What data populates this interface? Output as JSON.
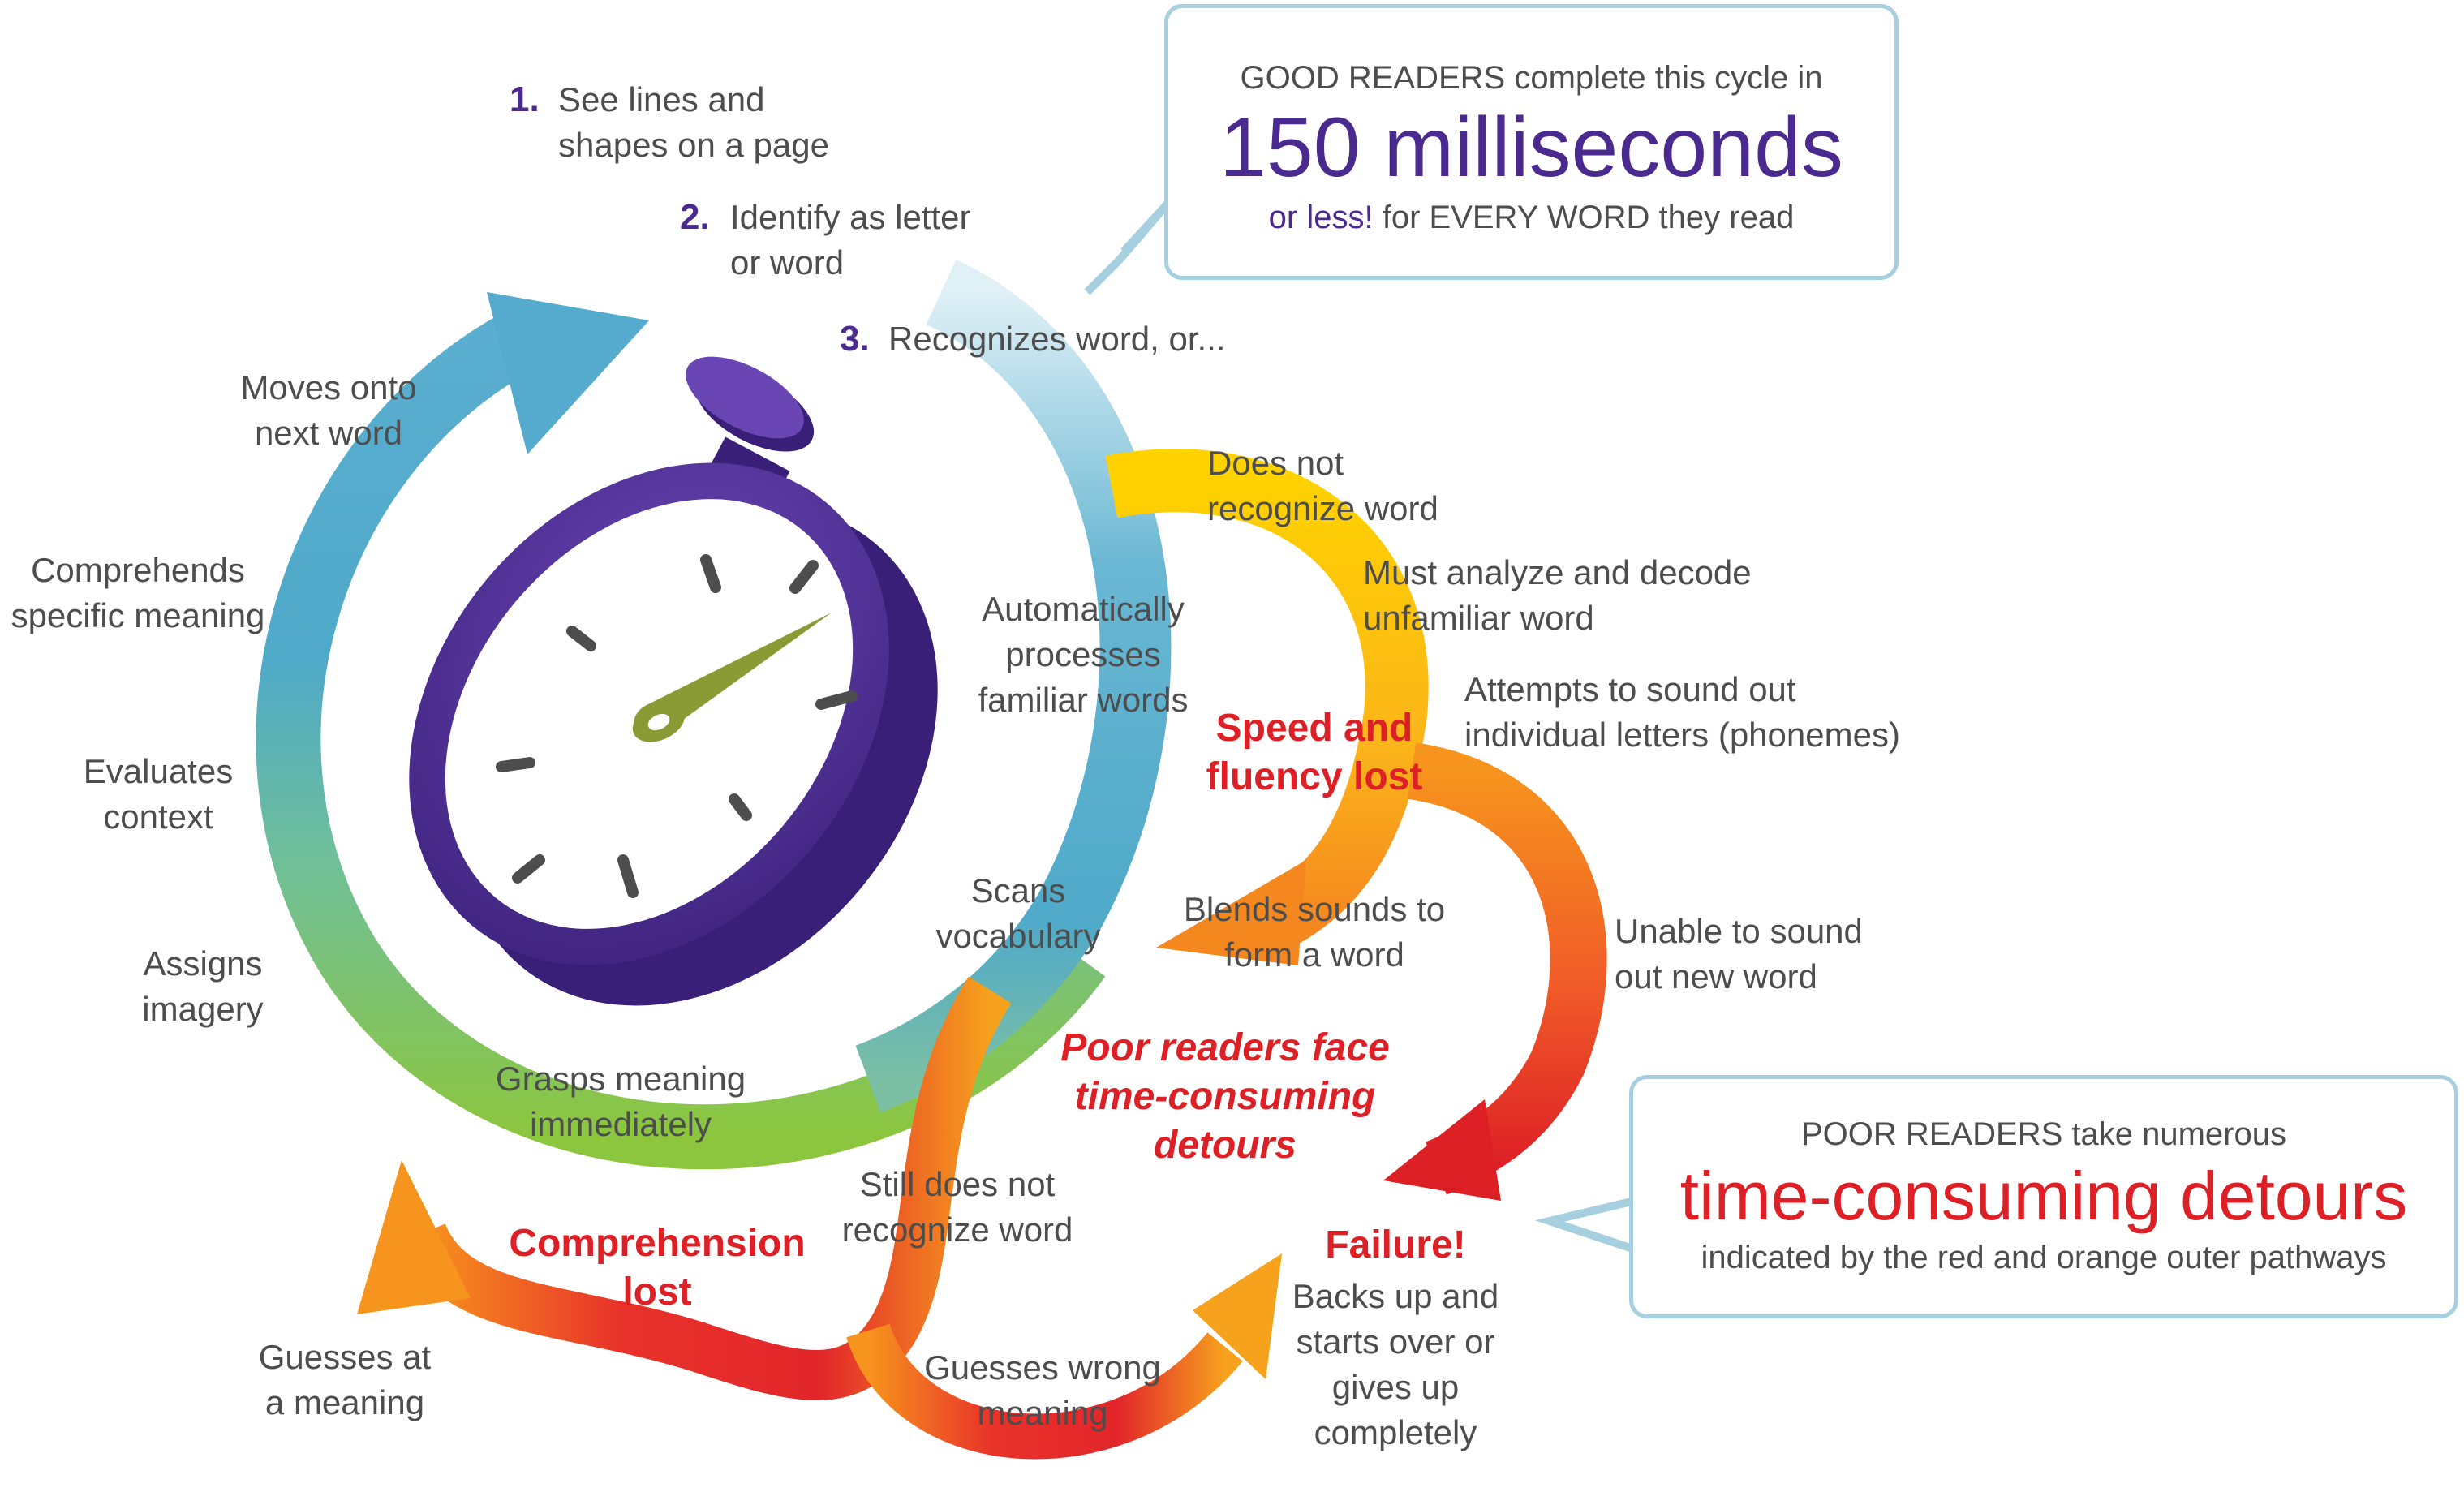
{
  "colors": {
    "purple": "#4a2a8e",
    "red": "#dd1f26",
    "blue": "#4fa9c9",
    "green": "#8cc63e",
    "orange": "#f59a1e",
    "yellow": "#ffd200",
    "callout_border": "#a6cfdf",
    "needle": "#8a9b35"
  },
  "icons": [
    "stopwatch-icon"
  ],
  "steps": [
    {
      "num": "1.",
      "text": "See lines and\nshapes on a page"
    },
    {
      "num": "2.",
      "text": "Identify as letter\nor word"
    },
    {
      "num": "3.",
      "text": "Recognizes word, or..."
    }
  ],
  "good_callout": {
    "line1": "GOOD READERS complete this cycle in",
    "big": "150 milliseconds",
    "or_less": "or less!",
    "rest": " for EVERY WORD they read"
  },
  "poor_callout": {
    "line1": "POOR READERS take numerous",
    "big": "time-consuming detours",
    "line3": "indicated by the red and orange outer pathways"
  },
  "outer_cycle": {
    "moves_onto": "Moves onto\nnext word",
    "comprehends": "Comprehends\nspecific meaning",
    "evaluates": "Evaluates\ncontext",
    "assigns": "Assigns\nimagery"
  },
  "inner_cycle": {
    "automatically": "Automatically\nprocesses\nfamiliar words",
    "scans": "Scans\nvocabulary",
    "grasps": "Grasps meaning\nimmediately"
  },
  "detours": {
    "does_not_recognize": "Does not\nrecognize word",
    "must_analyze": "Must analyze and decode\nunfamiliar word",
    "attempts": "Attempts to sound out\nindividual letters (phonemes)",
    "speed_lost": "Speed and\nfluency lost",
    "blends": "Blends sounds to\nform a word",
    "unable": "Unable to sound\nout new word",
    "poor_face": "Poor readers face\ntime-consuming detours",
    "still_not": "Still does not\nrecognize word",
    "comprehension_lost": "Comprehension\nlost",
    "guesses_at": "Guesses at\na meaning",
    "guesses_wrong": "Guesses wrong\nmeaning",
    "failure": "Failure!",
    "backs_up": "Backs up and\nstarts over or\ngives up\ncompletely"
  }
}
